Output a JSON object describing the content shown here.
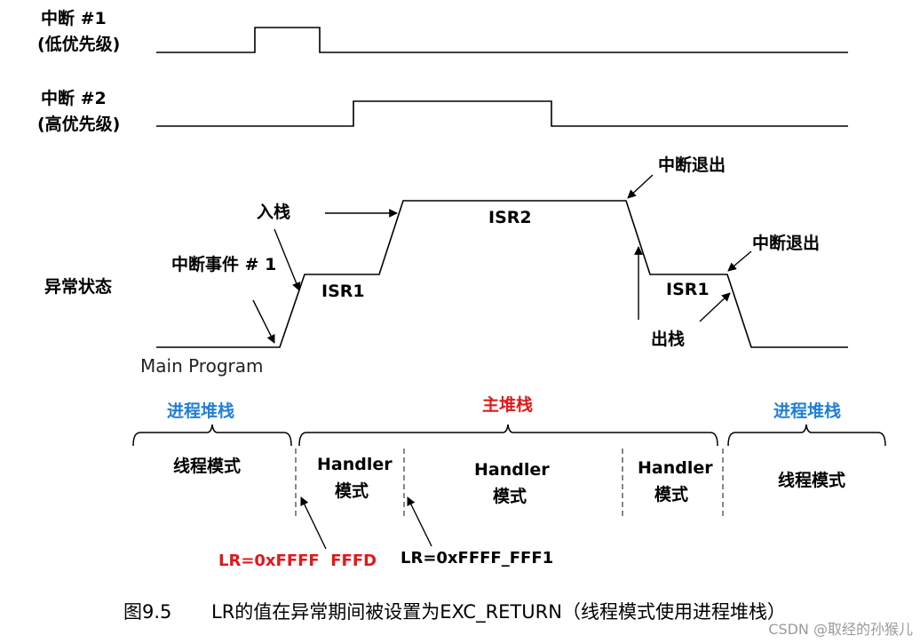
{
  "colors": {
    "ink": "#000000",
    "blue": "#1f7fd8",
    "red": "#e0191b",
    "watermark": "#9a9a9a",
    "dash": "#555555"
  },
  "signals": {
    "irq1_title": "中断 #1",
    "irq1_priority": "(低优先级)",
    "irq2_title": "中断 #2",
    "irq2_priority": "(高优先级)"
  },
  "state": {
    "row_label": "异常状态",
    "main_program": "Main Program",
    "isr1_first": "ISR1",
    "isr2": "ISR2",
    "isr1_second": "ISR1"
  },
  "annotations": {
    "push": "入栈",
    "event1": "中断事件 # 1",
    "exit1": "中断退出",
    "exit2": "中断退出",
    "pop": "出栈"
  },
  "stacks": {
    "process_left": "进程堆栈",
    "main": "主堆栈",
    "process_right": "进程堆栈"
  },
  "modes": {
    "thread_left": "线程模式",
    "handler1_line1": "Handler",
    "handler1_line2": "模式",
    "handler2_line1": "Handler",
    "handler2_line2": "模式",
    "handler3_line1": "Handler",
    "handler3_line2": "模式",
    "thread_right": "线程模式"
  },
  "lr_values": {
    "first": "LR=0xFFFF  FFFD",
    "second": "LR=0xFFFF_FFF1"
  },
  "caption": {
    "number": "图9.5",
    "text": "LR的值在异常期间被设置为EXC_RETURN（线程模式使用进程堆栈）"
  },
  "watermark": "CSDN @取经的孙猴儿"
}
